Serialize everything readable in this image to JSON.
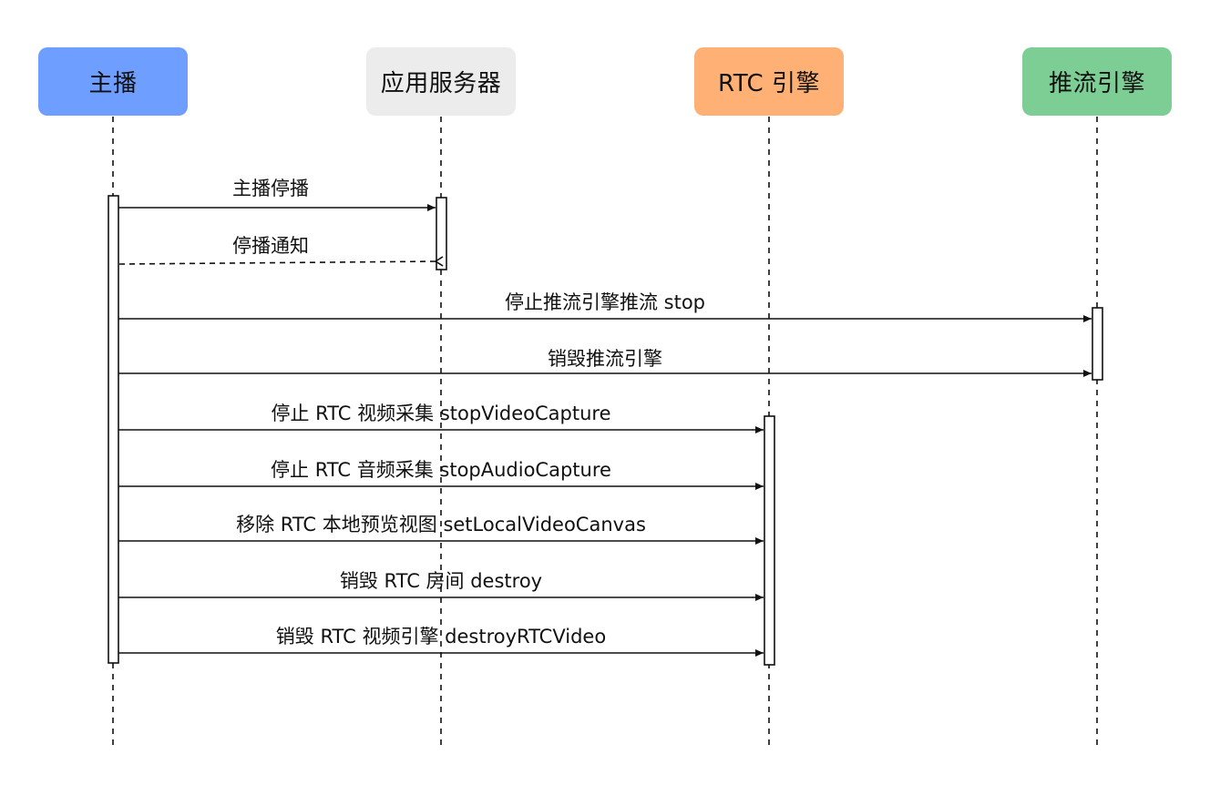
{
  "participants": [
    {
      "id": "anchor",
      "label": "主播",
      "color": "#6e9eff"
    },
    {
      "id": "app-server",
      "label": "应用服务器",
      "color": "#ececec"
    },
    {
      "id": "rtc-engine",
      "label": "RTC 引擎",
      "color": "#ffb074"
    },
    {
      "id": "push-engine",
      "label": "推流引擎",
      "color": "#7dce95"
    }
  ],
  "messages": [
    {
      "from": "anchor",
      "to": "app-server",
      "label": "主播停播",
      "style": "solid"
    },
    {
      "from": "app-server",
      "to": "anchor",
      "label": "停播通知",
      "style": "dashed"
    },
    {
      "from": "anchor",
      "to": "push-engine",
      "label": "停止推流引擎推流 stop",
      "style": "solid"
    },
    {
      "from": "anchor",
      "to": "push-engine",
      "label": "销毁推流引擎",
      "style": "solid"
    },
    {
      "from": "anchor",
      "to": "rtc-engine",
      "label": "停止 RTC 视频采集 stopVideoCapture",
      "style": "solid"
    },
    {
      "from": "anchor",
      "to": "rtc-engine",
      "label": "停止 RTC 音频采集 stopAudioCapture",
      "style": "solid"
    },
    {
      "from": "anchor",
      "to": "rtc-engine",
      "label": "移除 RTC 本地预览视图 setLocalVideoCanvas",
      "style": "solid"
    },
    {
      "from": "anchor",
      "to": "rtc-engine",
      "label": "销毁 RTC 房间 destroy",
      "style": "solid"
    },
    {
      "from": "anchor",
      "to": "rtc-engine",
      "label": "销毁 RTC 视频引擎 destroyRTCVideo",
      "style": "solid"
    }
  ]
}
